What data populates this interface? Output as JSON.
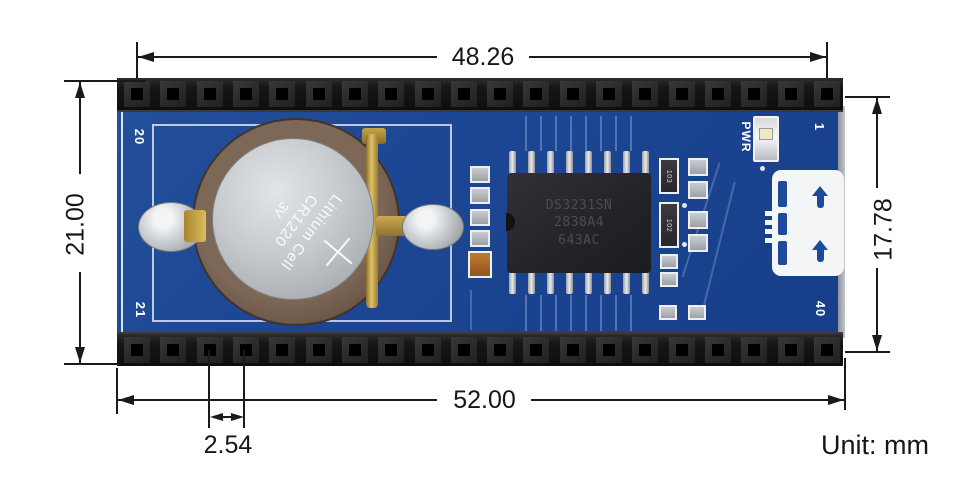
{
  "meta": {
    "unit_label": "Unit: mm"
  },
  "dimensions": {
    "top_pin_span": "48.26",
    "overall_height": "21.00",
    "board_length": "52.00",
    "pin_pitch": "2.54",
    "row_spacing": "17.78"
  },
  "board": {
    "pins_per_row": 20,
    "pin_labels": {
      "top_left": "20",
      "top_right": "1",
      "bottom_left": "21",
      "bottom_right": "40"
    },
    "silkscreen": {
      "pwr": "PWR"
    },
    "battery": {
      "line1": "Lithium Cell",
      "line2": "CR1220",
      "line3": "3V",
      "polarity": "+"
    },
    "rtc_chip": {
      "line1": "DS3231SN",
      "line2": "2838A4",
      "line3": "643AC",
      "pins_per_side": 8
    },
    "resistors": {
      "r1": "103",
      "r2": "102"
    }
  },
  "colors": {
    "pcb_blue": "#1d4795",
    "silkscreen_white": "#f4f5f6",
    "header_black": "#161616",
    "battery_holder_brown": "#6b5748",
    "cell_silver": "#c6cace",
    "gold_contact": "#dcbb5d",
    "dimension_line": "#1a1a1a"
  }
}
